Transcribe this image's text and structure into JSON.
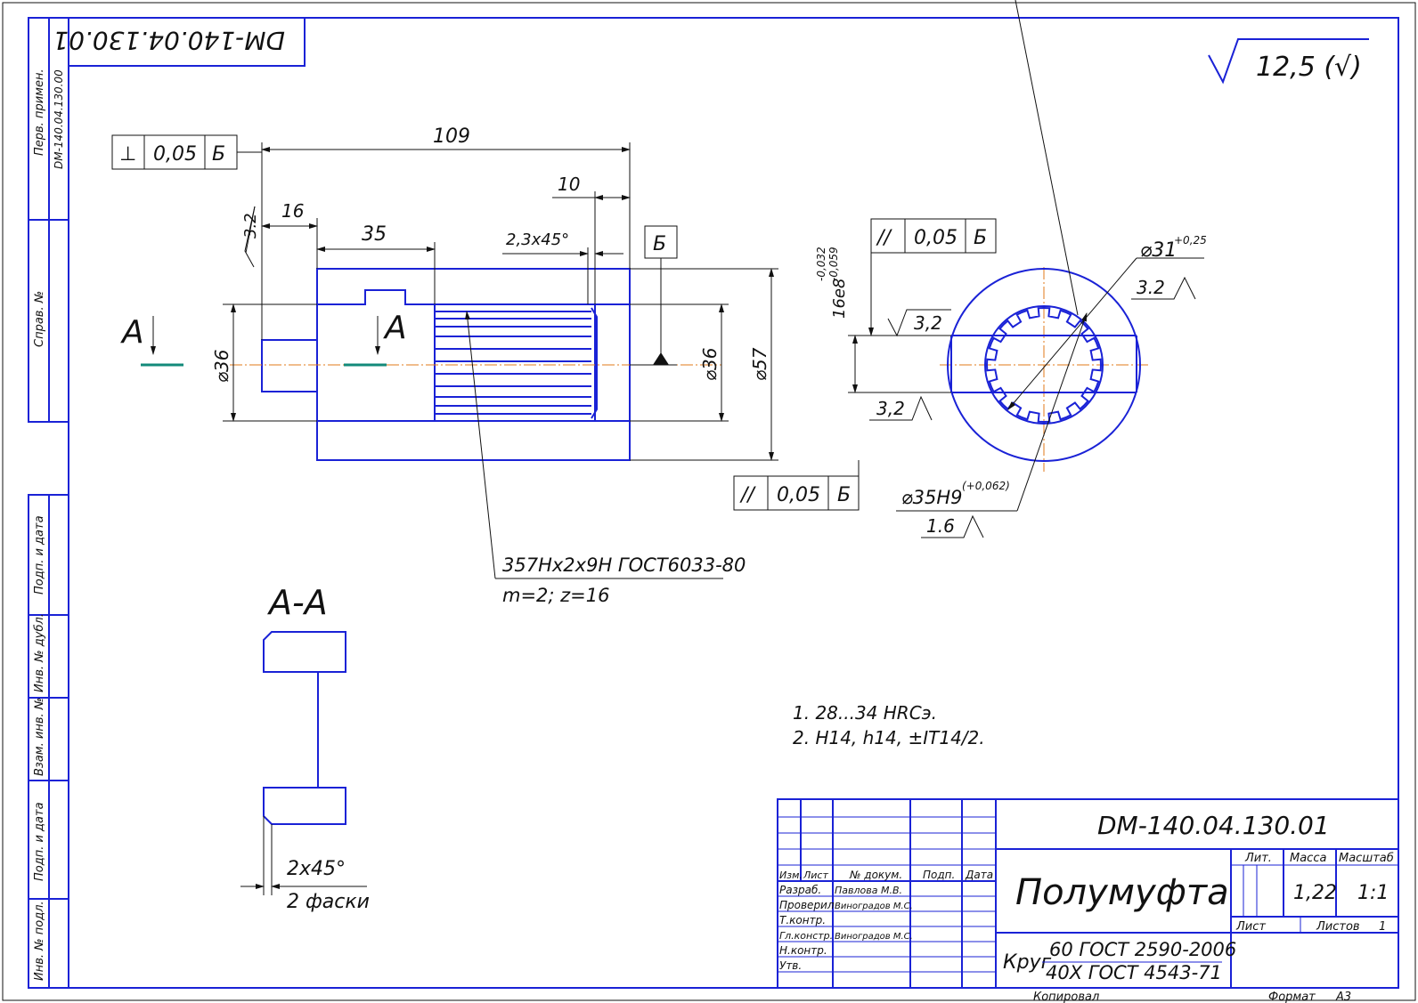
{
  "drawing": {
    "stamp_code": "DM-140.04.130.01",
    "roughness_general": "12,5 (√)",
    "side_strip": {
      "perv_primen_label": "Перв. примен.",
      "perv_primen_value": "DM-140.04.130.00",
      "sprav_no": "Справ. №",
      "podp_data_1": "Подп. и дата",
      "inv_dubl": "Инв. № дубл.",
      "vzam_inv": "Взам. инв. №",
      "podp_data_2": "Подп. и дата",
      "inv_podl": "Инв. № подл."
    },
    "dims": {
      "d109": "109",
      "d16": "16",
      "d35": "35",
      "d10": "10",
      "chamfer": "2,3x45°",
      "rough32a": "3.2",
      "dia36_left": "⌀36",
      "dia36_right": "⌀36",
      "dia57": "⌀57",
      "perp_sym": "⊥",
      "perp_tol": "0,05",
      "perp_base": "Б",
      "base_label": "Б",
      "par1_sym": "//",
      "par1_tol": "0,05",
      "par1_base": "Б",
      "section_label_left": "А",
      "section_label_mid": "А",
      "spline_note_1": "357Hx2x9H ГОСТ6033-80",
      "spline_note_2": "m=2; z=16"
    },
    "end_view": {
      "fit": "16e8",
      "fit_upper": "-0,032",
      "fit_lower": "-0,059",
      "par_sym": "//",
      "par_tol": "0,05",
      "par_base": "Б",
      "rough_top": "3,2",
      "rough_bottom": "3,2",
      "dia31": "⌀31",
      "dia31_tol": "+0,25",
      "rough_32": "3.2",
      "dia35": "⌀35H9",
      "dia35_tol": "(+0,062)",
      "rough_16": "1.6"
    },
    "section_aa": {
      "title": "А-А",
      "chamfer": "2x45°",
      "chamfer_note": "2 фаски"
    },
    "notes": [
      "1.  28...34 HRCэ.",
      "2.  H14, h14, ±IT14/2."
    ],
    "title_block": {
      "code": "DM-140.04.130.01",
      "name": "Полумуфта",
      "material_prefix": "Круг",
      "material_1": "60 ГОСТ 2590-2006",
      "material_2": "40Х ГОСТ 4543-71",
      "col_izm": "Изм.",
      "col_list": "Лист",
      "col_doc": "№ докум.",
      "col_podp": "Подп.",
      "col_data": "Дата",
      "r_razrab": "Разраб.",
      "r_razrab_name": "Павлова М.В.",
      "r_prov": "Проверил",
      "r_prov_name": "Виноградов М.С.",
      "r_tkontr": "Т.контр.",
      "r_glkontr": "Гл.констр.",
      "r_glkontr_name": "Виноградов М.С.",
      "r_nkontr": "Н.контр.",
      "r_utv": "Утв.",
      "lit": "Лит.",
      "massa": "Масса",
      "masshtab": "Масштаб",
      "mass_value": "1,22",
      "scale_value": "1:1",
      "sheet": "Лист",
      "sheets": "Листов",
      "sheets_value": "1",
      "copied": "Копировал",
      "format_label": "Формат",
      "format_value": "А3"
    }
  }
}
